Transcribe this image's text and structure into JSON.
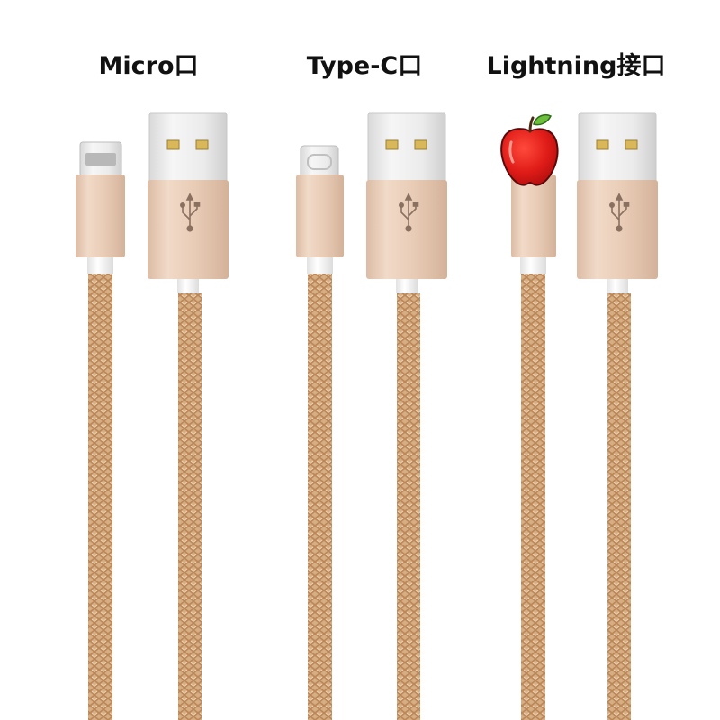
{
  "labels": {
    "micro": "Micro口",
    "typec": "Type-C口",
    "lightning": "Lightning接口"
  },
  "colors": {
    "background": "#ffffff",
    "shell_gold": "#e8cdb8",
    "braid_gold": "#d2a77a",
    "apple_red": "#e0201c",
    "apple_leaf": "#6cbf3a"
  },
  "icons": [
    "usb-symbol-icon",
    "apple-logo-icon"
  ]
}
